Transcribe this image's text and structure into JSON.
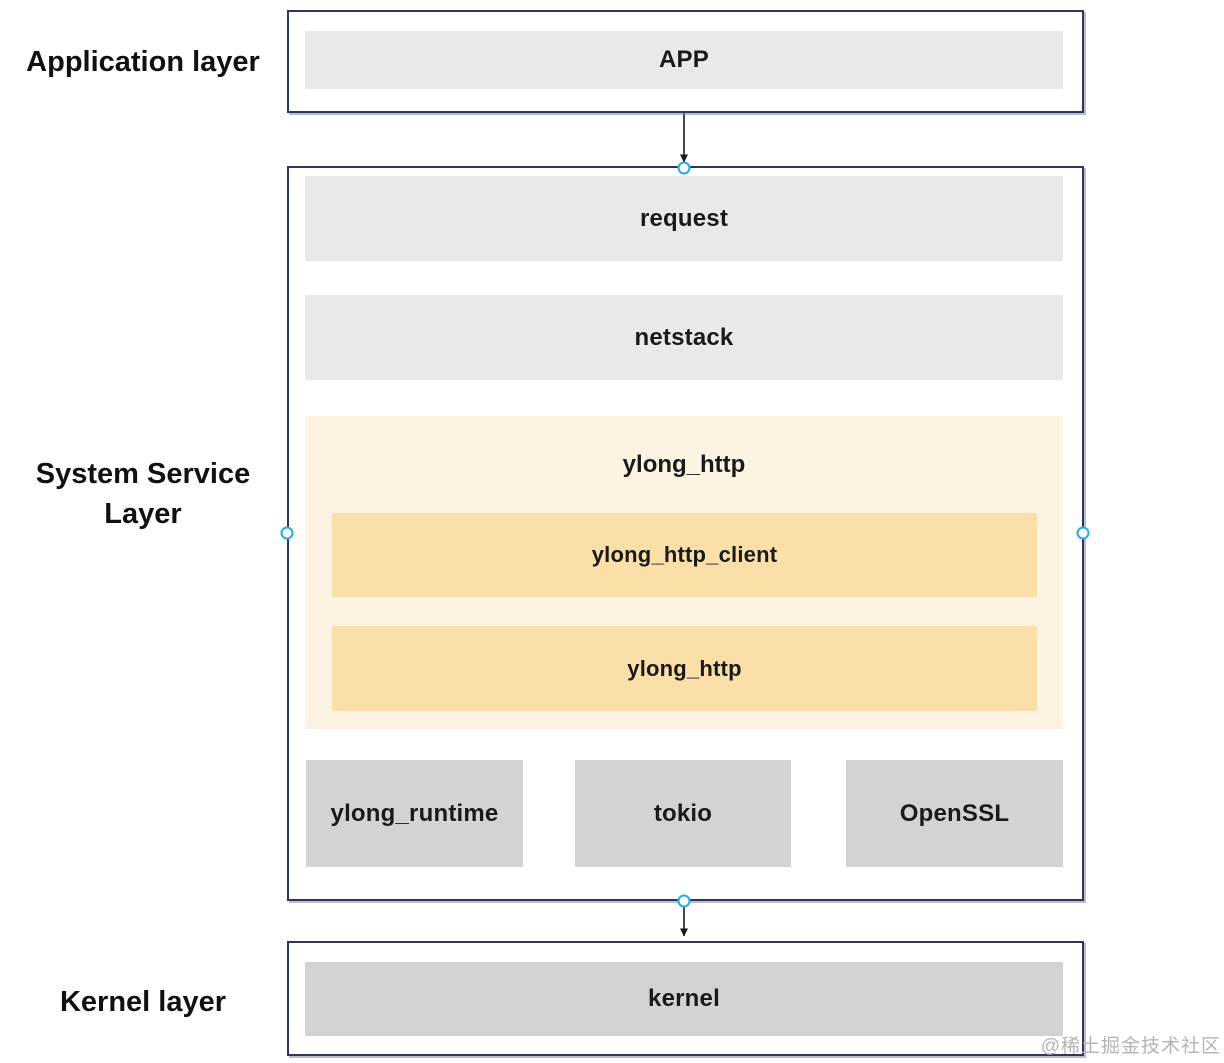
{
  "diagram": {
    "application_layer": {
      "label": "Application layer",
      "nodes": {
        "app": "APP"
      }
    },
    "system_service_layer": {
      "label_line1": "System Service",
      "label_line2": "Layer",
      "nodes": {
        "request": "request",
        "netstack": "netstack",
        "ylong_http_group": "ylong_http",
        "ylong_http_client": "ylong_http_client",
        "ylong_http": "ylong_http",
        "ylong_runtime": "ylong_runtime",
        "tokio": "tokio",
        "openssl": "OpenSSL"
      }
    },
    "kernel_layer": {
      "label": "Kernel layer",
      "nodes": {
        "kernel": "kernel"
      }
    }
  },
  "watermark": "@稀土掘金技术社区",
  "colors": {
    "box_border": "#2F3560",
    "light_gray_fill": "#E9E9E9",
    "medium_gray_fill": "#D3D3D3",
    "cream_fill": "#FDF3E3",
    "orange_fill": "#FBDFA9",
    "connection_handle_cyan": "#29ABE2",
    "arrow_black": "#1A1A1A",
    "watermark_gray": "#B5B3B3"
  }
}
